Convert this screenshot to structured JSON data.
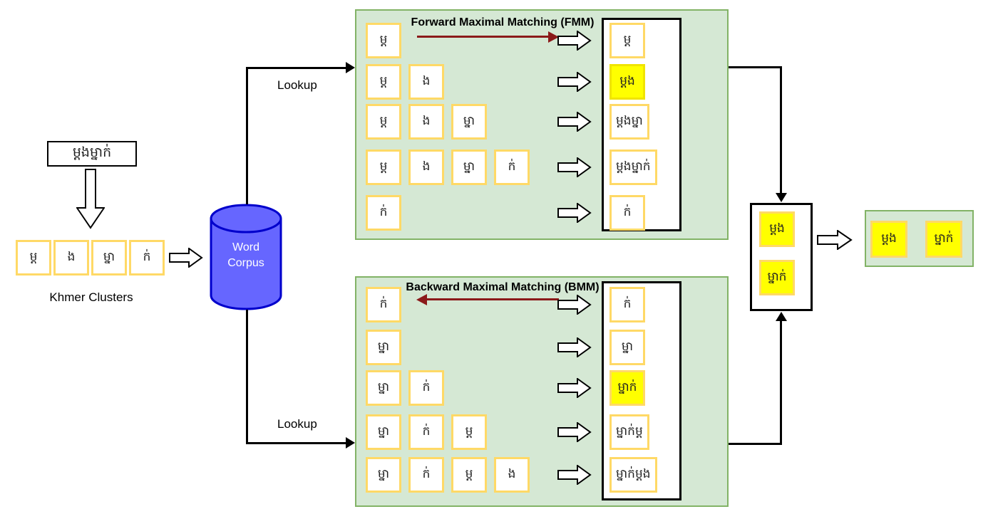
{
  "colors": {
    "panel_green": "#D5E8D4",
    "panel_green_border": "#82B366",
    "cluster_border_gold": "#FFD966",
    "highlight_yellow": "#FFFF00",
    "corpus_blue": "#6666FF",
    "corpus_blue_border": "#0000CC",
    "arrow_dark_red": "#8B1A1A",
    "line_black": "#000000"
  },
  "input": {
    "word": "ម្តងម្នាក់",
    "clusters": [
      "ម្ត",
      "ង",
      "ម្នា",
      "ក់"
    ],
    "clusters_label": "Khmer Clusters"
  },
  "corpus": {
    "line1": "Word",
    "line2": "Corpus"
  },
  "lookup_top_label": "Lookup",
  "lookup_bottom_label": "Lookup",
  "fmm": {
    "title": "Forward Maximal Matching (FMM)",
    "rows": [
      {
        "clusters": [
          "ម្ត"
        ],
        "result": "ម្ត",
        "highlight": false
      },
      {
        "clusters": [
          "ម្ត",
          "ង"
        ],
        "result": "ម្តង",
        "highlight": true
      },
      {
        "clusters": [
          "ម្ត",
          "ង",
          "ម្នា"
        ],
        "result": "ម្តងម្នា",
        "highlight": false
      },
      {
        "clusters": [
          "ម្ត",
          "ង",
          "ម្នា",
          "ក់"
        ],
        "result": "ម្តងម្នាក់",
        "highlight": false
      },
      {
        "clusters": [
          "ក់"
        ],
        "result": "ក់",
        "highlight": false
      }
    ]
  },
  "bmm": {
    "title": "Backward Maximal Matching (BMM)",
    "rows": [
      {
        "clusters": [
          "ក់"
        ],
        "result": "ក់",
        "highlight": false
      },
      {
        "clusters": [
          "ម្នា"
        ],
        "result": "ម្នា",
        "highlight": false
      },
      {
        "clusters": [
          "ម្នា",
          "ក់"
        ],
        "result": "ម្នាក់",
        "highlight": true
      },
      {
        "clusters": [
          "ម្នា",
          "ក់",
          "ម្ត"
        ],
        "result": "ម្នាក់ម្ត",
        "highlight": false
      },
      {
        "clusters": [
          "ម្នា",
          "ក់",
          "ម្ត",
          "ង"
        ],
        "result": "ម្នាក់ម្តង",
        "highlight": false
      }
    ]
  },
  "collector": {
    "items": [
      "ម្តង",
      "ម្នាក់"
    ]
  },
  "final": {
    "items": [
      "ម្តង",
      "ម្នាក់"
    ]
  }
}
